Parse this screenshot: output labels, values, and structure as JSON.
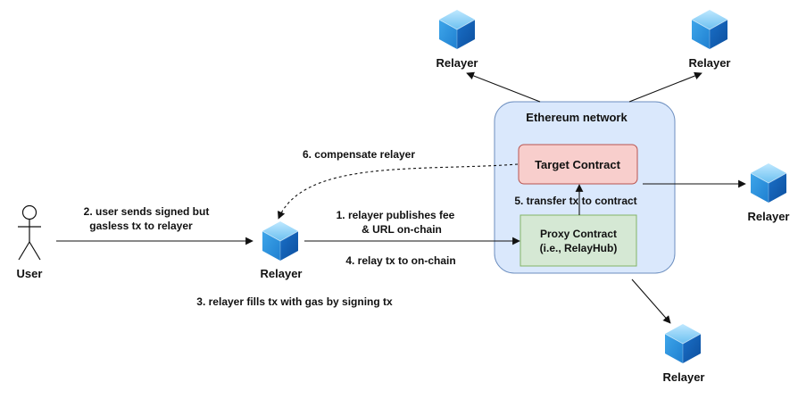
{
  "network": {
    "title": "Ethereum network"
  },
  "nodes": {
    "user": "User",
    "relayer_main": "Relayer",
    "relayer_top_left": "Relayer",
    "relayer_top_right": "Relayer",
    "relayer_right": "Relayer",
    "relayer_bottom": "Relayer",
    "target_contract": "Target Contract",
    "proxy_contract_line1": "Proxy Contract",
    "proxy_contract_line2": "(i.e., RelayHub)"
  },
  "steps": {
    "s1_line1": "1. relayer publishes fee",
    "s1_line2": "& URL on-chain",
    "s2_line1": "2. user sends signed but",
    "s2_line2": "gasless tx to relayer",
    "s3": "3. relayer fills tx with gas by signing tx",
    "s4": "4. relay tx to on-chain",
    "s5": "5. transfer tx to contract",
    "s6": "6. compensate relayer"
  },
  "colors": {
    "network_fill": "#dae8fc",
    "network_stroke": "#6c8ebf",
    "target_fill": "#f8cecc",
    "target_stroke": "#b85450",
    "proxy_fill": "#d5e8d4",
    "proxy_stroke": "#82b366",
    "cube_top": "#8fd1f5",
    "cube_left": "#2f8fd8",
    "cube_right": "#1565b8"
  },
  "icons": {
    "relayer": "blue-cube-icon",
    "user": "stick-figure-icon"
  }
}
